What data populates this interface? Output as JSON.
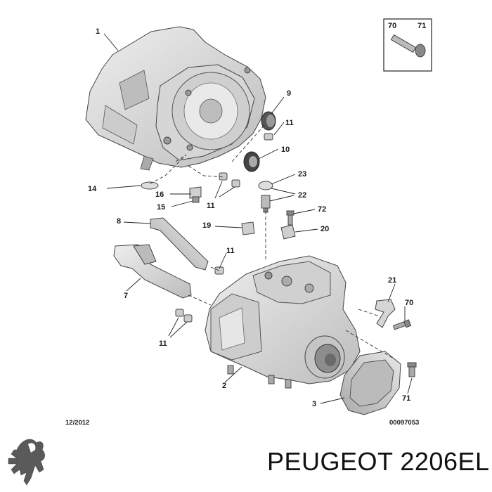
{
  "diagram": {
    "callouts": {
      "c1": "1",
      "c2": "2",
      "c3": "3",
      "c7": "7",
      "c8": "8",
      "c9": "9",
      "c10": "10",
      "c11a": "11",
      "c11b": "11",
      "c11c": "11",
      "c11d": "11",
      "c14": "14",
      "c15": "15",
      "c16": "16",
      "c19": "19",
      "c20": "20",
      "c21": "21",
      "c22": "22",
      "c23": "23",
      "c70a": "70",
      "c70b": "70",
      "c71a": "71",
      "c71b": "71",
      "c72": "72"
    },
    "date_code": "12/2012",
    "diagram_number": "00097053"
  },
  "caption": {
    "text": "PEUGEOT 2206EL"
  },
  "logo": {
    "icon": "peugeot-lion-icon",
    "color": "#5a5a5a"
  },
  "colors": {
    "part_fill": "#e3e3e3",
    "part_shade": "#c4c4c4",
    "line": "#222222"
  }
}
